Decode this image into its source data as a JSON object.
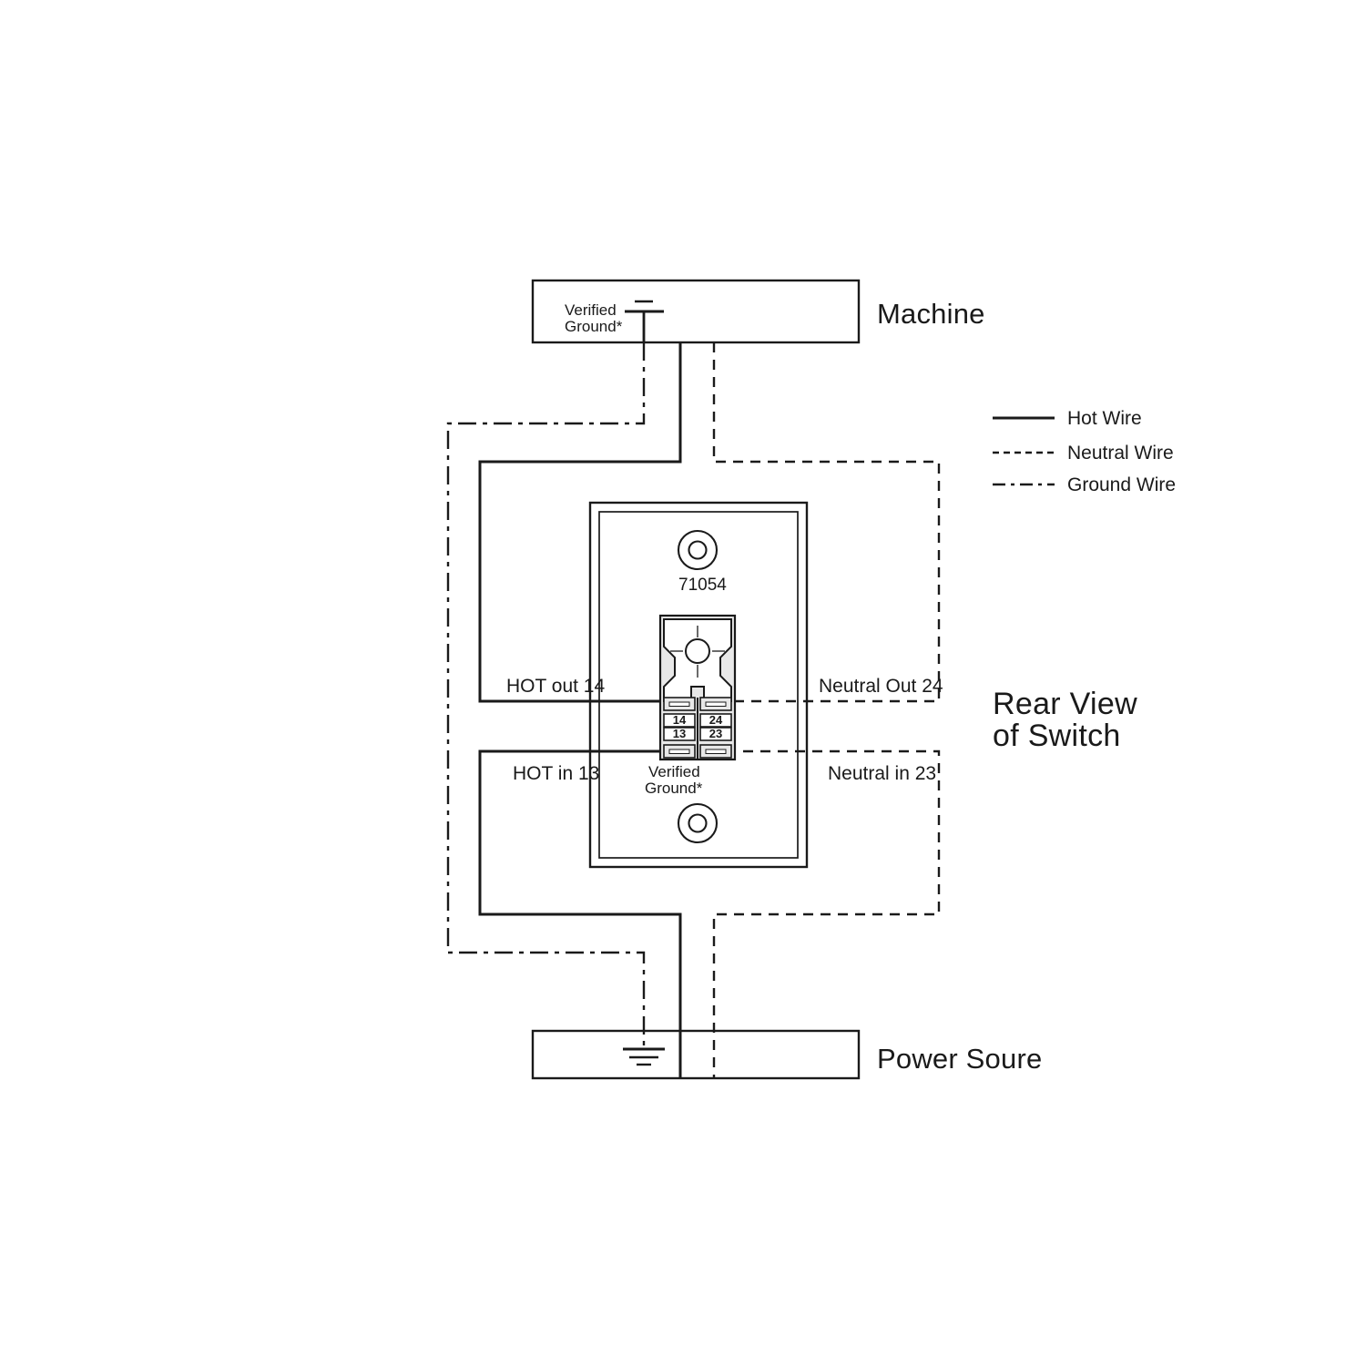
{
  "diagram": {
    "title_block": {
      "rear_view_line1": "Rear View",
      "rear_view_line2": "of Switch"
    },
    "machine": {
      "label": "Machine",
      "ground_note_line1": "Verified",
      "ground_note_line2": "Ground*",
      "ground_icon": "earth-ground-icon"
    },
    "power_source": {
      "label": "Power Soure",
      "ground_icon": "earth-ground-icon"
    },
    "switch": {
      "part_number": "71054",
      "ground_note_line1": "Verified",
      "ground_note_line2": "Ground*",
      "screw_icon": "mounting-screw-icon",
      "terminals": [
        {
          "id": "14",
          "label": "14",
          "position": "top-left"
        },
        {
          "id": "24",
          "label": "24",
          "position": "top-right"
        },
        {
          "id": "13",
          "label": "13",
          "position": "bottom-left"
        },
        {
          "id": "23",
          "label": "23",
          "position": "bottom-right"
        }
      ]
    },
    "wire_labels": {
      "hot_out": "HOT out 14",
      "neutral_out": "Neutral Out 24",
      "hot_in": "HOT in 13",
      "neutral_in": "Neutral in 23"
    },
    "legend": {
      "items": [
        {
          "name": "hot-wire",
          "label": "Hot Wire",
          "style": "solid"
        },
        {
          "name": "neutral-wire",
          "label": "Neutral Wire",
          "style": "dashed"
        },
        {
          "name": "ground-wire",
          "label": "Ground Wire",
          "style": "dash-dot"
        }
      ]
    },
    "colors": {
      "line": "#1a1a1a",
      "terminal_body": "#e8e8e8",
      "terminal_label_bg": "#ffffff",
      "background": "#ffffff"
    }
  }
}
